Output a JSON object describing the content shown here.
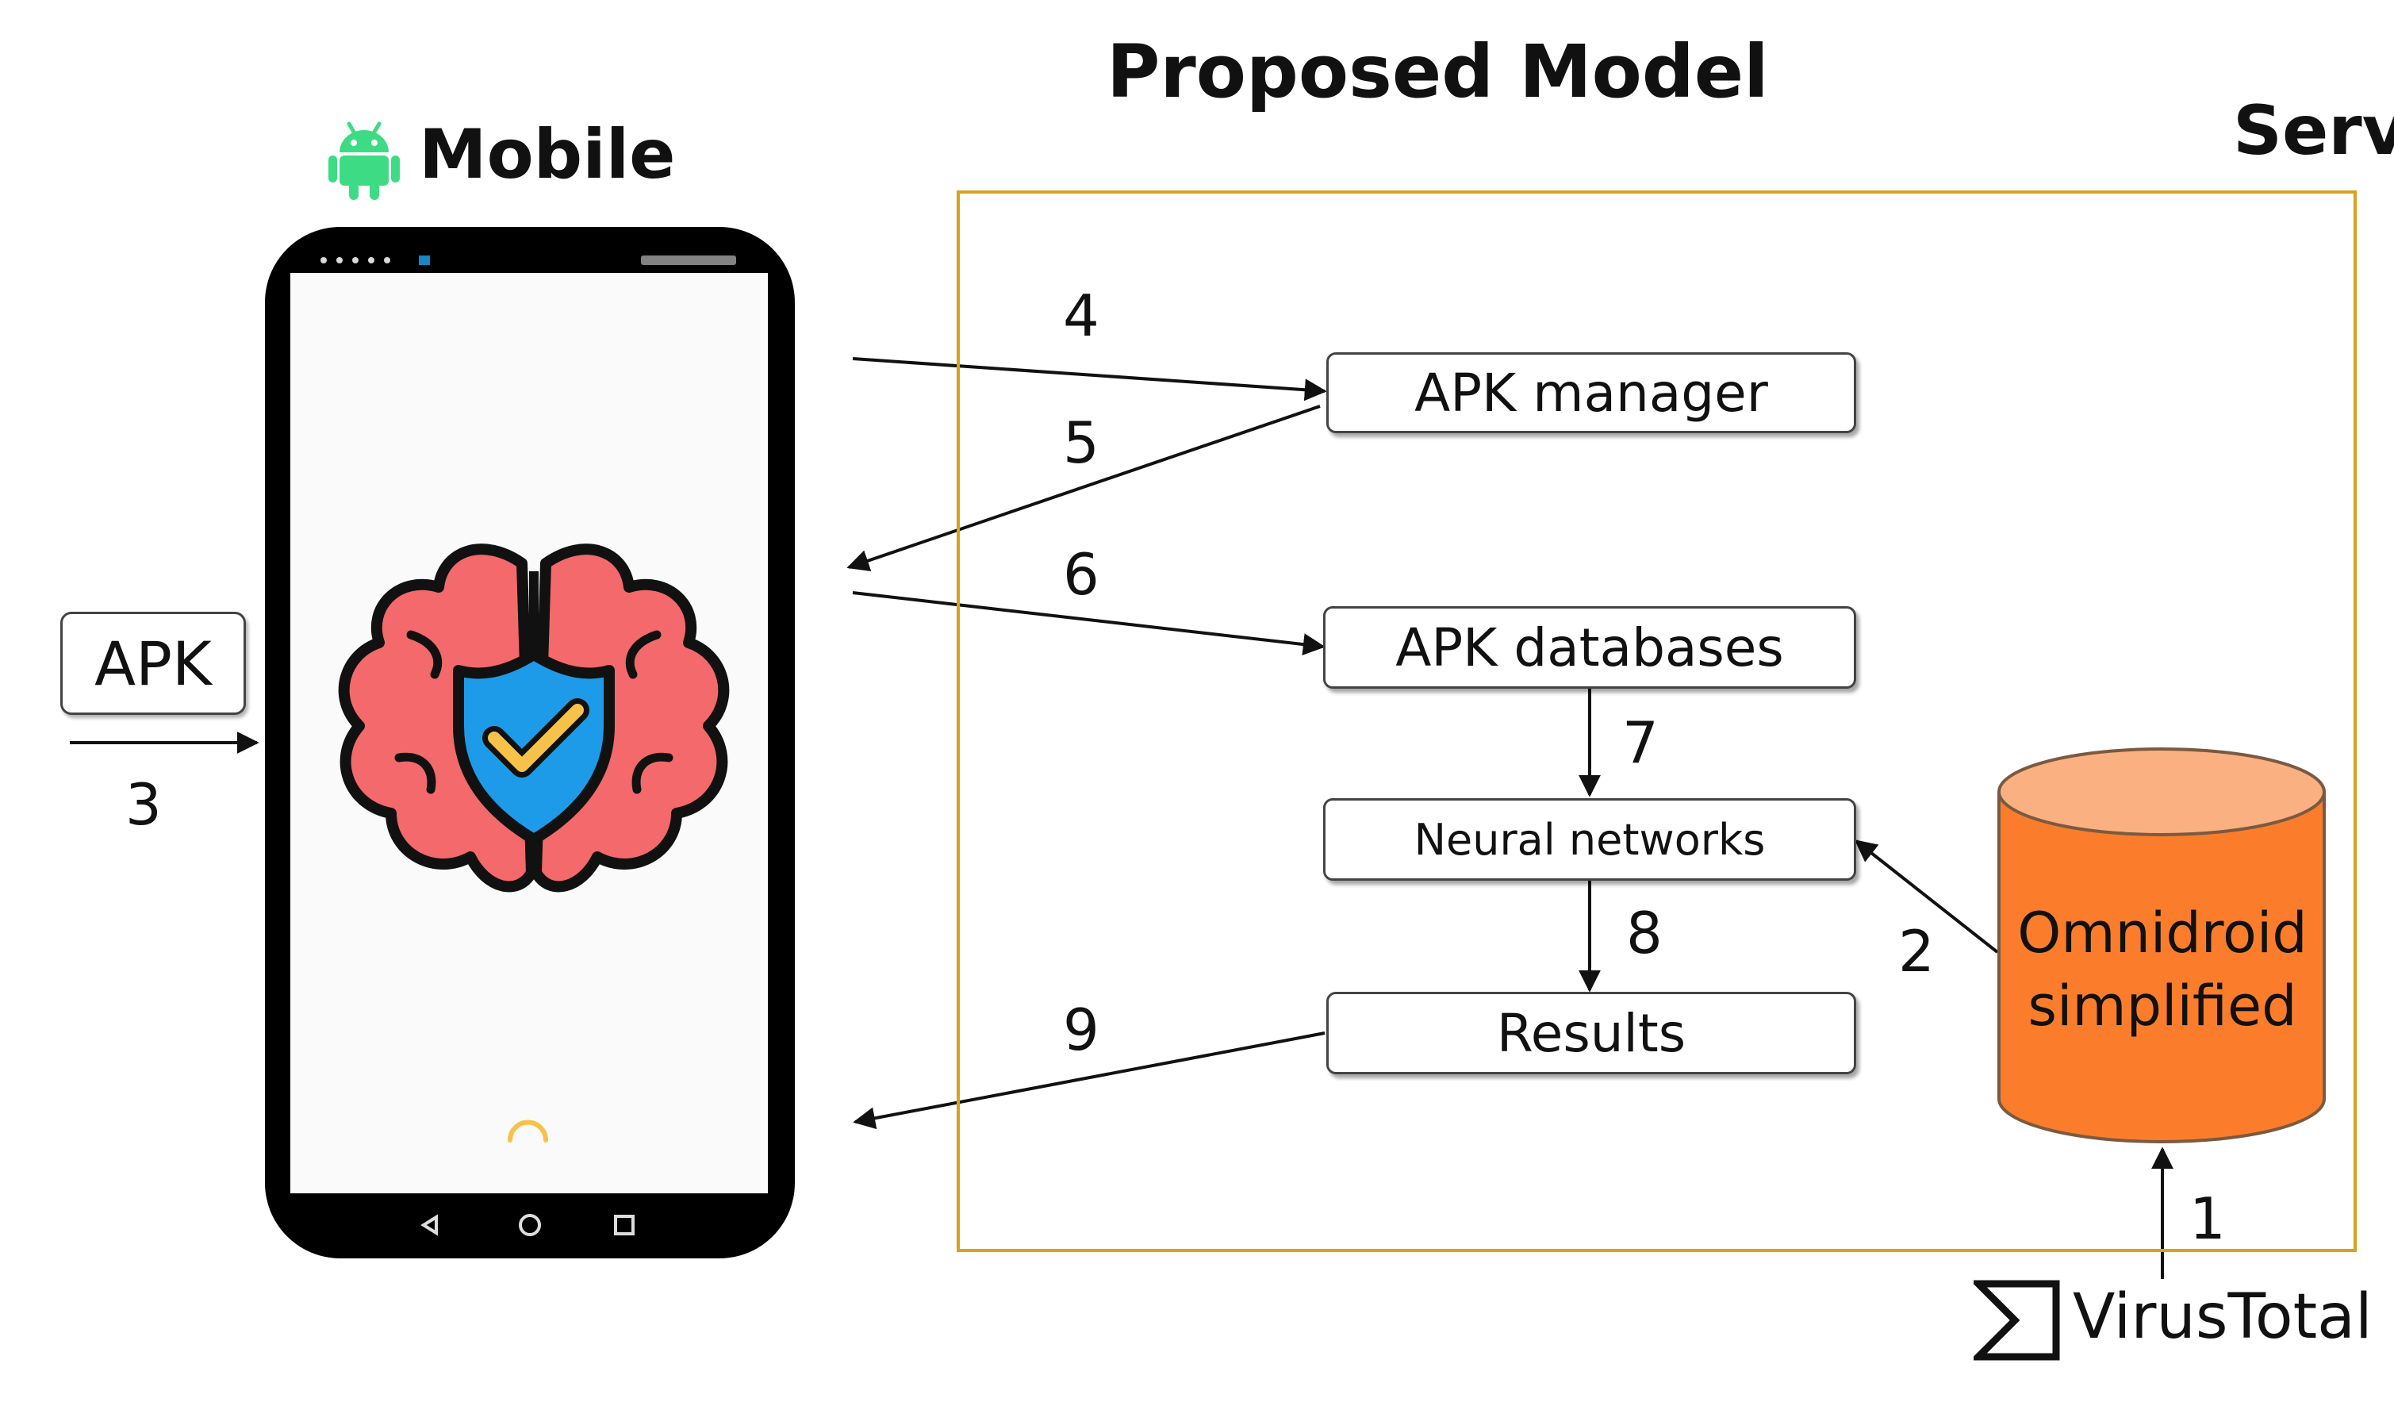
{
  "diagram": {
    "title": "Proposed Model",
    "mobile_label": "Mobile",
    "server_label": "Serve",
    "input_label": "APK",
    "boxes": {
      "apk_manager": "APK manager",
      "apk_databases": "APK databases",
      "neural_networks": "Neural networks",
      "results": "Results"
    },
    "dataset_label_line1": "Omnidroid",
    "dataset_label_line2": "simplified",
    "source_label": "VirusTotal",
    "steps": [
      "1",
      "2",
      "3",
      "4",
      "5",
      "6",
      "7",
      "8",
      "9"
    ]
  },
  "colors": {
    "server_border": "#d8a21e",
    "dataset_fill": "#fb7d2c",
    "dataset_top": "#fbb082",
    "android_green": "#3ddc84",
    "brain_fill": "#f4696b",
    "shield_fill": "#1e9be8",
    "check_fill": "#f6c24a"
  }
}
